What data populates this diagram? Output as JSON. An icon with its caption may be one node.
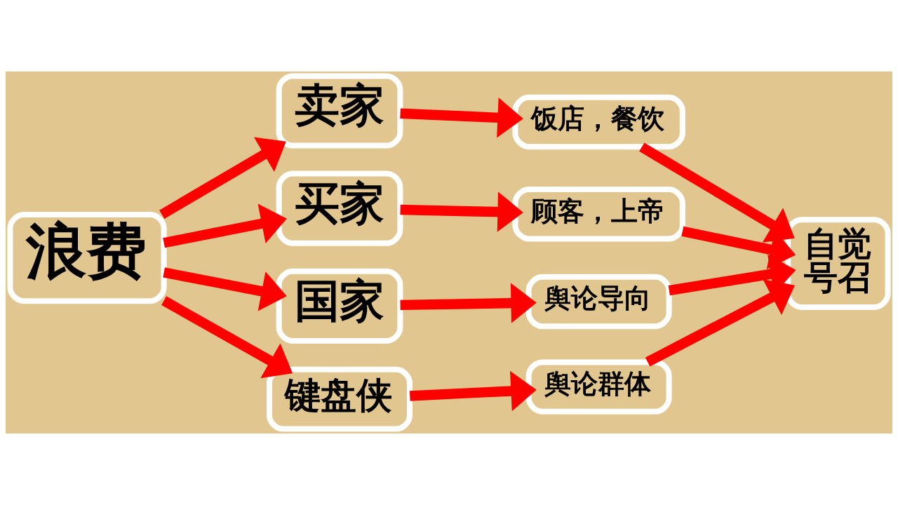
{
  "diagram": {
    "nodes": [
      {
        "text": [
          "浪费"
        ]
      },
      {
        "text": [
          "卖家"
        ]
      },
      {
        "text": [
          "买家"
        ]
      },
      {
        "text": [
          "国家"
        ]
      },
      {
        "text": [
          "键盘侠"
        ]
      },
      {
        "text": [
          "饭店，餐饮"
        ]
      },
      {
        "text": [
          "顾客，上帝"
        ]
      },
      {
        "text": [
          "舆论导向"
        ]
      },
      {
        "text": [
          "舆论群体"
        ]
      },
      {
        "text": [
          "自觉号召"
        ]
      }
    ],
    "edges": [
      {
        "from": 0,
        "to": 1,
        "arrow": "to"
      },
      {
        "from": 0,
        "to": 2,
        "arrow": "to"
      },
      {
        "from": 0,
        "to": 3,
        "arrow": "to"
      },
      {
        "from": 0,
        "to": 4,
        "arrow": "to"
      },
      {
        "from": 1,
        "to": 5,
        "arrow": "to"
      },
      {
        "from": 2,
        "to": 6,
        "arrow": "to"
      },
      {
        "from": 3,
        "to": 7,
        "arrow": "to"
      },
      {
        "from": 4,
        "to": 8,
        "arrow": "to"
      },
      {
        "from": 5,
        "to": 9,
        "arrow": "to"
      },
      {
        "from": 6,
        "to": 9,
        "arrow": "to"
      },
      {
        "from": 7,
        "to": 9,
        "arrow": "to"
      },
      {
        "from": 8,
        "to": 9,
        "arrow": "to"
      }
    ]
  }
}
